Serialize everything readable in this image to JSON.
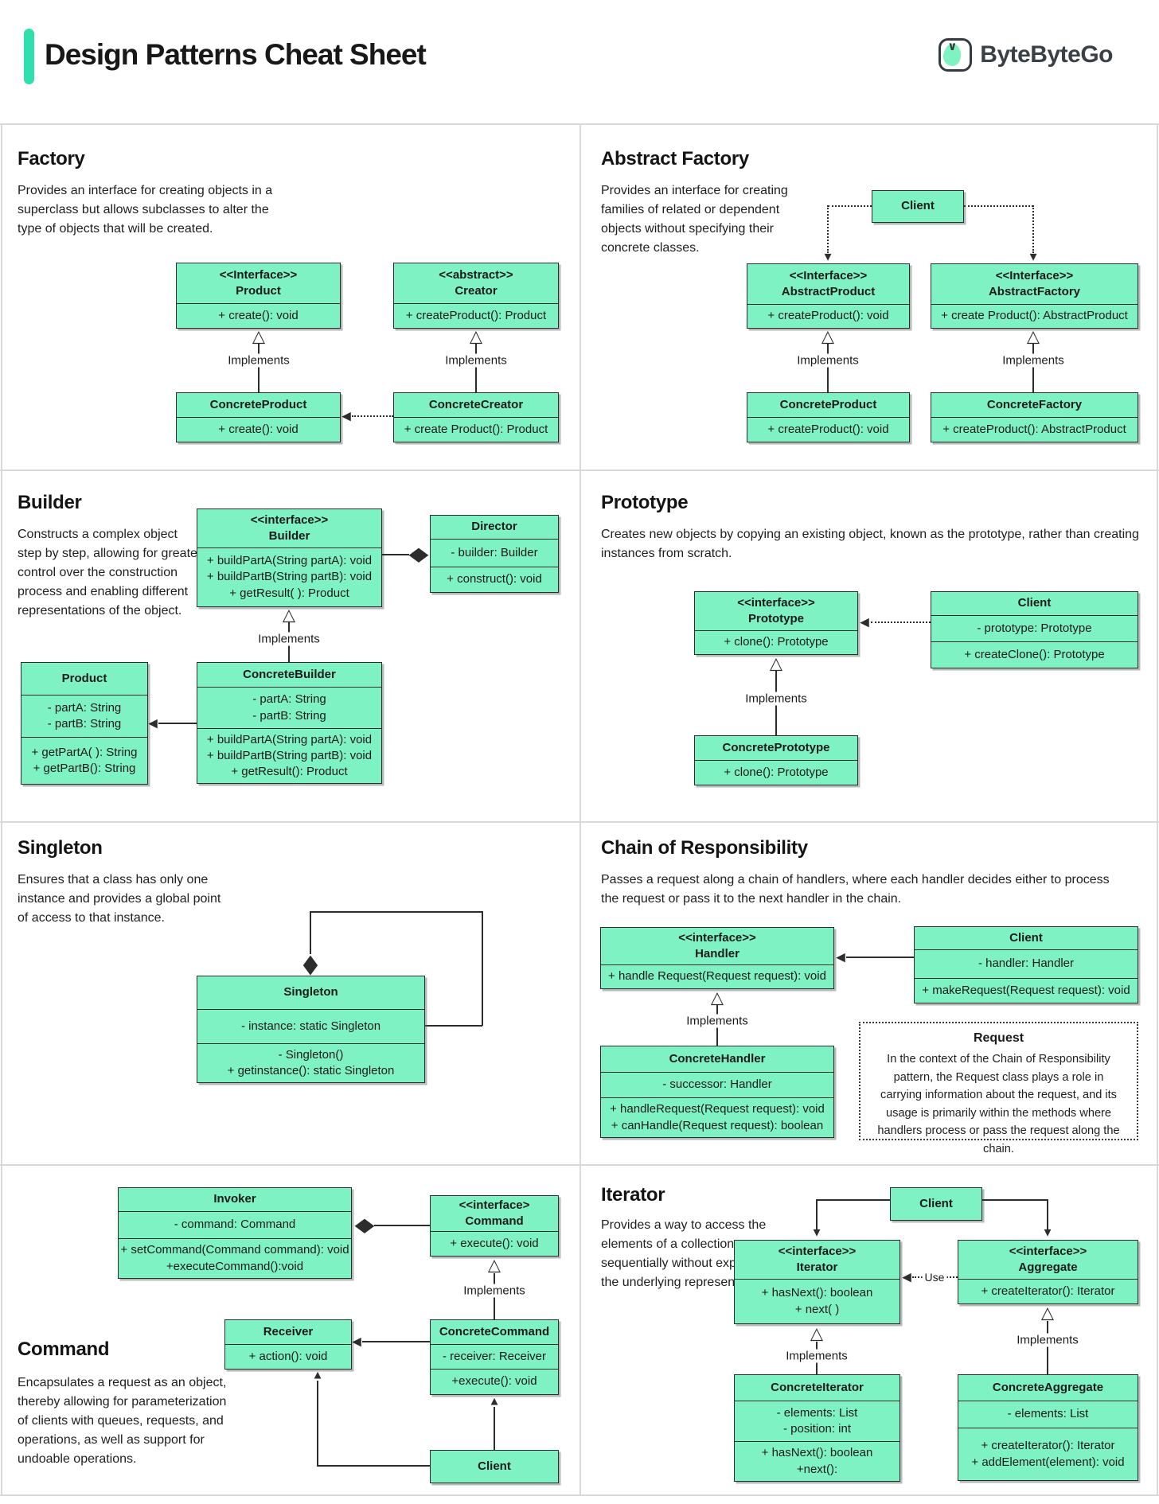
{
  "header": {
    "title": "Design Patterns Cheat Sheet",
    "brand": "ByteByteGo"
  },
  "labels": {
    "implements": "Implements",
    "use": "Use"
  },
  "colors": {
    "mint": "#7EF2C3",
    "accent": "#2FE0AE",
    "line": "#2D2D2D",
    "grid": "#D9D9D9"
  },
  "sections": {
    "factory": {
      "title": "Factory",
      "description": "Provides an interface for creating objects in a superclass but allows subclasses to alter the type of objects that will be created."
    },
    "abstract_factory": {
      "title": "Abstract Factory",
      "description": "Provides an interface for creating families of related or dependent objects without specifying their concrete classes."
    },
    "builder": {
      "title": "Builder",
      "description": "Constructs a complex object step by step, allowing for greater control over the construction process and enabling different representations of the object."
    },
    "prototype": {
      "title": "Prototype",
      "description": "Creates new objects by copying an existing object, known as the prototype, rather than creating instances from scratch."
    },
    "singleton": {
      "title": "Singleton",
      "description": "Ensures that a class has only one instance and provides a global point of access to that instance."
    },
    "chain": {
      "title": "Chain of Responsibility",
      "description": "Passes a request along a chain of handlers, where each handler decides either to process the request or pass it to the next handler in the chain."
    },
    "command": {
      "title": "Command",
      "description": "Encapsulates a request as an object, thereby allowing for parameterization of clients with queues, requests, and operations, as well as support for undoable operations."
    },
    "iterator": {
      "title": "Iterator",
      "description": "Provides a way to access the elements of a collection sequentially without exposing the underlying representation."
    }
  },
  "boxes": {
    "factory_product": {
      "stereotype": "<<Interface>>",
      "name": "Product",
      "methods": [
        "+ create(): void"
      ]
    },
    "factory_creator": {
      "stereotype": "<<abstract>>",
      "name": "Creator",
      "methods": [
        "+ createProduct(): Product"
      ]
    },
    "factory_concrete_product": {
      "name": "ConcreteProduct",
      "methods": [
        "+ create(): void"
      ]
    },
    "factory_concrete_creator": {
      "name": "ConcreteCreator",
      "methods": [
        "+ create Product(): Product"
      ]
    },
    "af_client": {
      "name": "Client"
    },
    "af_abstract_product": {
      "stereotype": "<<Interface>>",
      "name": "AbstractProduct",
      "methods": [
        "+ createProduct(): void"
      ]
    },
    "af_abstract_factory": {
      "stereotype": "<<Interface>>",
      "name": "AbstractFactory",
      "methods": [
        "+ create Product(): AbstractProduct"
      ]
    },
    "af_concrete_product": {
      "name": "ConcreteProduct",
      "methods": [
        "+ createProduct(): void"
      ]
    },
    "af_concrete_factory": {
      "name": "ConcreteFactory",
      "methods": [
        "+ createProduct(): AbstractProduct"
      ]
    },
    "builder_builder": {
      "stereotype": "<<interface>>",
      "name": "Builder",
      "methods": [
        "+ buildPartA(String partA): void",
        "+ buildPartB(String partB): void",
        "+ getResult( ): Product"
      ]
    },
    "builder_director": {
      "name": "Director",
      "attrs": [
        "- builder: Builder"
      ],
      "methods": [
        "+ construct(): void"
      ]
    },
    "builder_product": {
      "name": "Product",
      "attrs": [
        "- partA: String",
        "- partB: String"
      ],
      "methods": [
        "+ getPartA( ): String",
        "+ getPartB(): String"
      ]
    },
    "builder_concrete": {
      "name": "ConcreteBuilder",
      "attrs": [
        "- partA: String",
        "- partB: String"
      ],
      "methods": [
        "+ buildPartA(String partA): void",
        "+ buildPartB(String partB): void",
        "+ getResult(): Product"
      ]
    },
    "proto_prototype": {
      "stereotype": "<<interface>>",
      "name": "Prototype",
      "methods": [
        "+ clone(): Prototype"
      ]
    },
    "proto_client": {
      "name": "Client",
      "attrs": [
        "- prototype: Prototype"
      ],
      "methods": [
        "+ createClone(): Prototype"
      ]
    },
    "proto_concrete": {
      "name": "ConcretePrototype",
      "methods": [
        "+ clone(): Prototype"
      ]
    },
    "singleton": {
      "name": "Singleton",
      "attrs": [
        "- instance: static Singleton"
      ],
      "methods": [
        "- Singleton()",
        "+ getinstance(): static Singleton"
      ]
    },
    "chain_handler": {
      "stereotype": "<<interface>>",
      "name": "Handler",
      "methods": [
        "+ handle Request(Request request): void"
      ]
    },
    "chain_client": {
      "name": "Client",
      "attrs": [
        "- handler: Handler"
      ],
      "methods": [
        "+ makeRequest(Request request): void"
      ]
    },
    "chain_concrete": {
      "name": "ConcreteHandler",
      "attrs": [
        "- successor: Handler"
      ],
      "methods": [
        "+ handleRequest(Request request): void",
        "+ canHandle(Request request): boolean"
      ]
    },
    "cmd_invoker": {
      "name": "Invoker",
      "attrs": [
        "- command: Command"
      ],
      "methods": [
        "+ setCommand(Command command): void",
        "+executeCommand():void"
      ]
    },
    "cmd_command": {
      "stereotype": "<<interface>",
      "name": "Command",
      "methods": [
        "+ execute(): void"
      ]
    },
    "cmd_receiver": {
      "name": "Receiver",
      "methods": [
        "+ action(): void"
      ]
    },
    "cmd_concrete": {
      "name": "ConcreteCommand",
      "attrs": [
        "- receiver: Receiver"
      ],
      "methods": [
        "+execute(): void"
      ]
    },
    "cmd_client": {
      "name": "Client"
    },
    "iter_client": {
      "name": "Client"
    },
    "iter_iterator": {
      "stereotype": "<<interface>>",
      "name": "Iterator",
      "methods": [
        "+ hasNext(): boolean",
        "+ next( )"
      ]
    },
    "iter_aggregate": {
      "stereotype": "<<interface>>",
      "name": "Aggregate",
      "methods": [
        "+ createIterator(): Iterator"
      ]
    },
    "iter_concrete_iterator": {
      "name": "ConcreteIterator",
      "attrs": [
        "- elements: List",
        "- position: int"
      ],
      "methods": [
        "+ hasNext(): boolean",
        "+next():"
      ]
    },
    "iter_concrete_aggregate": {
      "name": "ConcreteAggregate",
      "attrs": [
        "- elements: List"
      ],
      "methods": [
        "+ createIterator(): Iterator",
        "+ addElement(element): void"
      ]
    }
  },
  "note": {
    "title": "Request",
    "body": "In the context of the Chain of Responsibility pattern, the Request class plays a role in carrying information about the request, and its usage is primarily within the methods where handlers process or pass the request along the chain."
  }
}
